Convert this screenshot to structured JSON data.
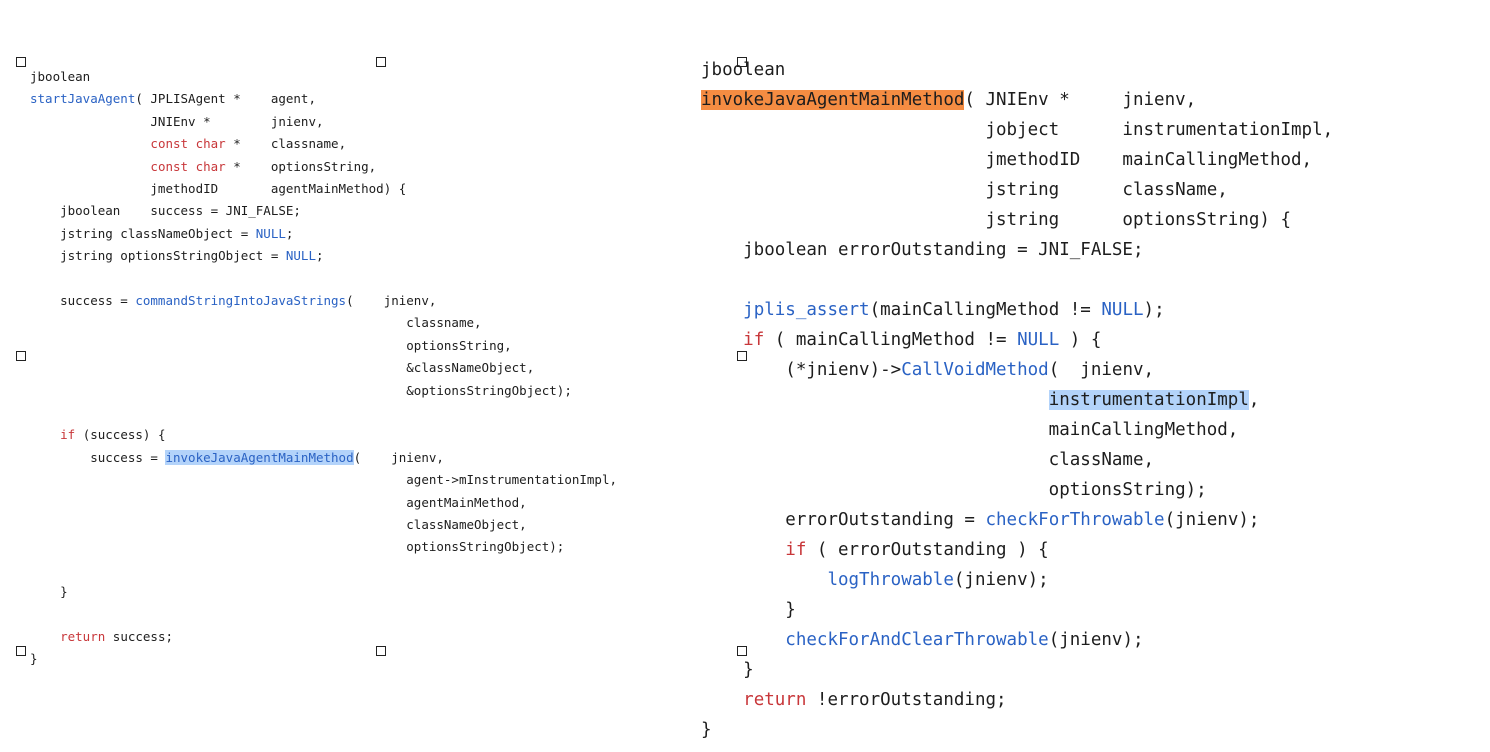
{
  "left_panel": {
    "lines": [
      {
        "segments": [
          {
            "text": "jboolean"
          }
        ]
      },
      {
        "segments": [
          {
            "text": "startJavaAgent",
            "class": "fn"
          },
          {
            "text": "( JPLISAgent *    agent,"
          }
        ]
      },
      {
        "segments": [
          {
            "text": "                JNIEnv *        jnienv,"
          }
        ]
      },
      {
        "segments": [
          {
            "text": "                "
          },
          {
            "text": "const char",
            "class": "kw"
          },
          {
            "text": " *    classname,"
          }
        ]
      },
      {
        "segments": [
          {
            "text": "                "
          },
          {
            "text": "const char",
            "class": "kw"
          },
          {
            "text": " *    optionsString,"
          }
        ]
      },
      {
        "segments": [
          {
            "text": "                jmethodID       agentMainMethod) {"
          }
        ]
      },
      {
        "segments": [
          {
            "text": "    jboolean    success = JNI_FALSE;"
          }
        ]
      },
      {
        "segments": [
          {
            "text": "    jstring classNameObject = "
          },
          {
            "text": "NULL",
            "class": "nul"
          },
          {
            "text": ";"
          }
        ]
      },
      {
        "segments": [
          {
            "text": "    jstring optionsStringObject = "
          },
          {
            "text": "NULL",
            "class": "nul"
          },
          {
            "text": ";"
          }
        ]
      },
      {
        "segments": [
          {
            "text": ""
          }
        ]
      },
      {
        "segments": [
          {
            "text": "    success = "
          },
          {
            "text": "commandStringIntoJavaStrings",
            "class": "fn"
          },
          {
            "text": "(    jnienv,"
          }
        ]
      },
      {
        "segments": [
          {
            "text": "                                                  classname,"
          }
        ]
      },
      {
        "segments": [
          {
            "text": "                                                  optionsString,"
          }
        ]
      },
      {
        "segments": [
          {
            "text": "                                                  &classNameObject,"
          }
        ]
      },
      {
        "segments": [
          {
            "text": "                                                  &optionsStringObject);"
          }
        ]
      },
      {
        "segments": [
          {
            "text": ""
          }
        ]
      },
      {
        "segments": [
          {
            "text": "    "
          },
          {
            "text": "if",
            "class": "kw"
          },
          {
            "text": " (success) {"
          }
        ]
      },
      {
        "segments": [
          {
            "text": "        success = "
          },
          {
            "text": "invokeJavaAgentMainMethod",
            "class": "fn hl-blue"
          },
          {
            "text": "(    jnienv,"
          }
        ]
      },
      {
        "segments": [
          {
            "text": "                                                  agent->mInstrumentationImpl,"
          }
        ]
      },
      {
        "segments": [
          {
            "text": "                                                  agentMainMethod,"
          }
        ]
      },
      {
        "segments": [
          {
            "text": "                                                  classNameObject,"
          }
        ]
      },
      {
        "segments": [
          {
            "text": "                                                  optionsStringObject);"
          }
        ]
      },
      {
        "segments": [
          {
            "text": ""
          }
        ]
      },
      {
        "segments": [
          {
            "text": "    }"
          }
        ]
      },
      {
        "segments": [
          {
            "text": ""
          }
        ]
      },
      {
        "segments": [
          {
            "text": "    "
          },
          {
            "text": "return",
            "class": "kw"
          },
          {
            "text": " success;"
          }
        ]
      },
      {
        "segments": [
          {
            "text": "}"
          }
        ]
      }
    ]
  },
  "right_panel": {
    "lines": [
      {
        "segments": [
          {
            "text": "jboolean"
          }
        ]
      },
      {
        "segments": [
          {
            "text": "invokeJavaAgentMainMethod",
            "class": "hl-orange"
          },
          {
            "text": "( JNIEnv *     jnienv,"
          }
        ]
      },
      {
        "segments": [
          {
            "text": "                           jobject      instrumentationImpl,"
          }
        ]
      },
      {
        "segments": [
          {
            "text": "                           jmethodID    mainCallingMethod,"
          }
        ]
      },
      {
        "segments": [
          {
            "text": "                           jstring      className,"
          }
        ]
      },
      {
        "segments": [
          {
            "text": "                           jstring      optionsString) {"
          }
        ]
      },
      {
        "segments": [
          {
            "text": "    jboolean errorOutstanding = JNI_FALSE;"
          }
        ]
      },
      {
        "segments": [
          {
            "text": ""
          }
        ]
      },
      {
        "segments": [
          {
            "text": "    "
          },
          {
            "text": "jplis_assert",
            "class": "fn"
          },
          {
            "text": "(mainCallingMethod != "
          },
          {
            "text": "NULL",
            "class": "nul"
          },
          {
            "text": ");"
          }
        ]
      },
      {
        "segments": [
          {
            "text": "    "
          },
          {
            "text": "if",
            "class": "kw"
          },
          {
            "text": " ( mainCallingMethod != "
          },
          {
            "text": "NULL",
            "class": "nul"
          },
          {
            "text": " ) {"
          }
        ]
      },
      {
        "segments": [
          {
            "text": "        (*jnienv)->"
          },
          {
            "text": "CallVoidMethod",
            "class": "fn"
          },
          {
            "text": "(  jnienv,"
          }
        ]
      },
      {
        "segments": [
          {
            "text": "                                 "
          },
          {
            "text": "instrumentationImpl",
            "class": "hl-blue"
          },
          {
            "text": ","
          }
        ]
      },
      {
        "segments": [
          {
            "text": "                                 mainCallingMethod,"
          }
        ]
      },
      {
        "segments": [
          {
            "text": "                                 className,"
          }
        ]
      },
      {
        "segments": [
          {
            "text": "                                 optionsString);"
          }
        ]
      },
      {
        "segments": [
          {
            "text": "        errorOutstanding = "
          },
          {
            "text": "checkForThrowable",
            "class": "fn"
          },
          {
            "text": "(jnienv);"
          }
        ]
      },
      {
        "segments": [
          {
            "text": "        "
          },
          {
            "text": "if",
            "class": "kw"
          },
          {
            "text": " ( errorOutstanding ) {"
          }
        ]
      },
      {
        "segments": [
          {
            "text": "            "
          },
          {
            "text": "logThrowable",
            "class": "fn"
          },
          {
            "text": "(jnienv);"
          }
        ]
      },
      {
        "segments": [
          {
            "text": "        }"
          }
        ]
      },
      {
        "segments": [
          {
            "text": "        "
          },
          {
            "text": "checkForAndClearThrowable",
            "class": "fn"
          },
          {
            "text": "(jnienv);"
          }
        ]
      },
      {
        "segments": [
          {
            "text": "    }"
          }
        ]
      },
      {
        "segments": [
          {
            "text": "    "
          },
          {
            "text": "return",
            "class": "kw"
          },
          {
            "text": " !errorOutstanding;"
          }
        ]
      },
      {
        "segments": [
          {
            "text": "}"
          }
        ]
      }
    ]
  },
  "colors": {
    "keyword": "#c8373a",
    "function": "#2a62c4",
    "highlight_blue": "#b3d3fa",
    "highlight_orange": "#f58c42"
  }
}
